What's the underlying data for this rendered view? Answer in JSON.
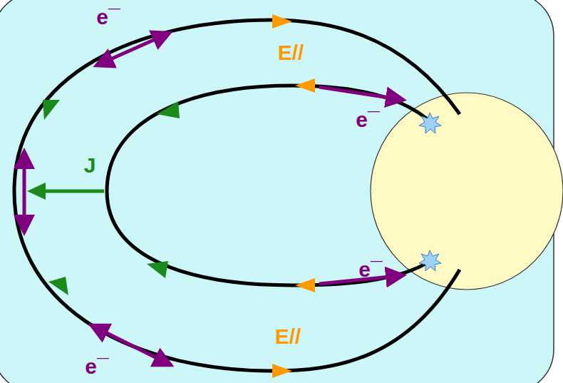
{
  "diagram": {
    "labels": [
      "e¯",
      "E//",
      "e¯",
      "J",
      "e¯",
      "E//",
      "e¯"
    ]
  }
}
